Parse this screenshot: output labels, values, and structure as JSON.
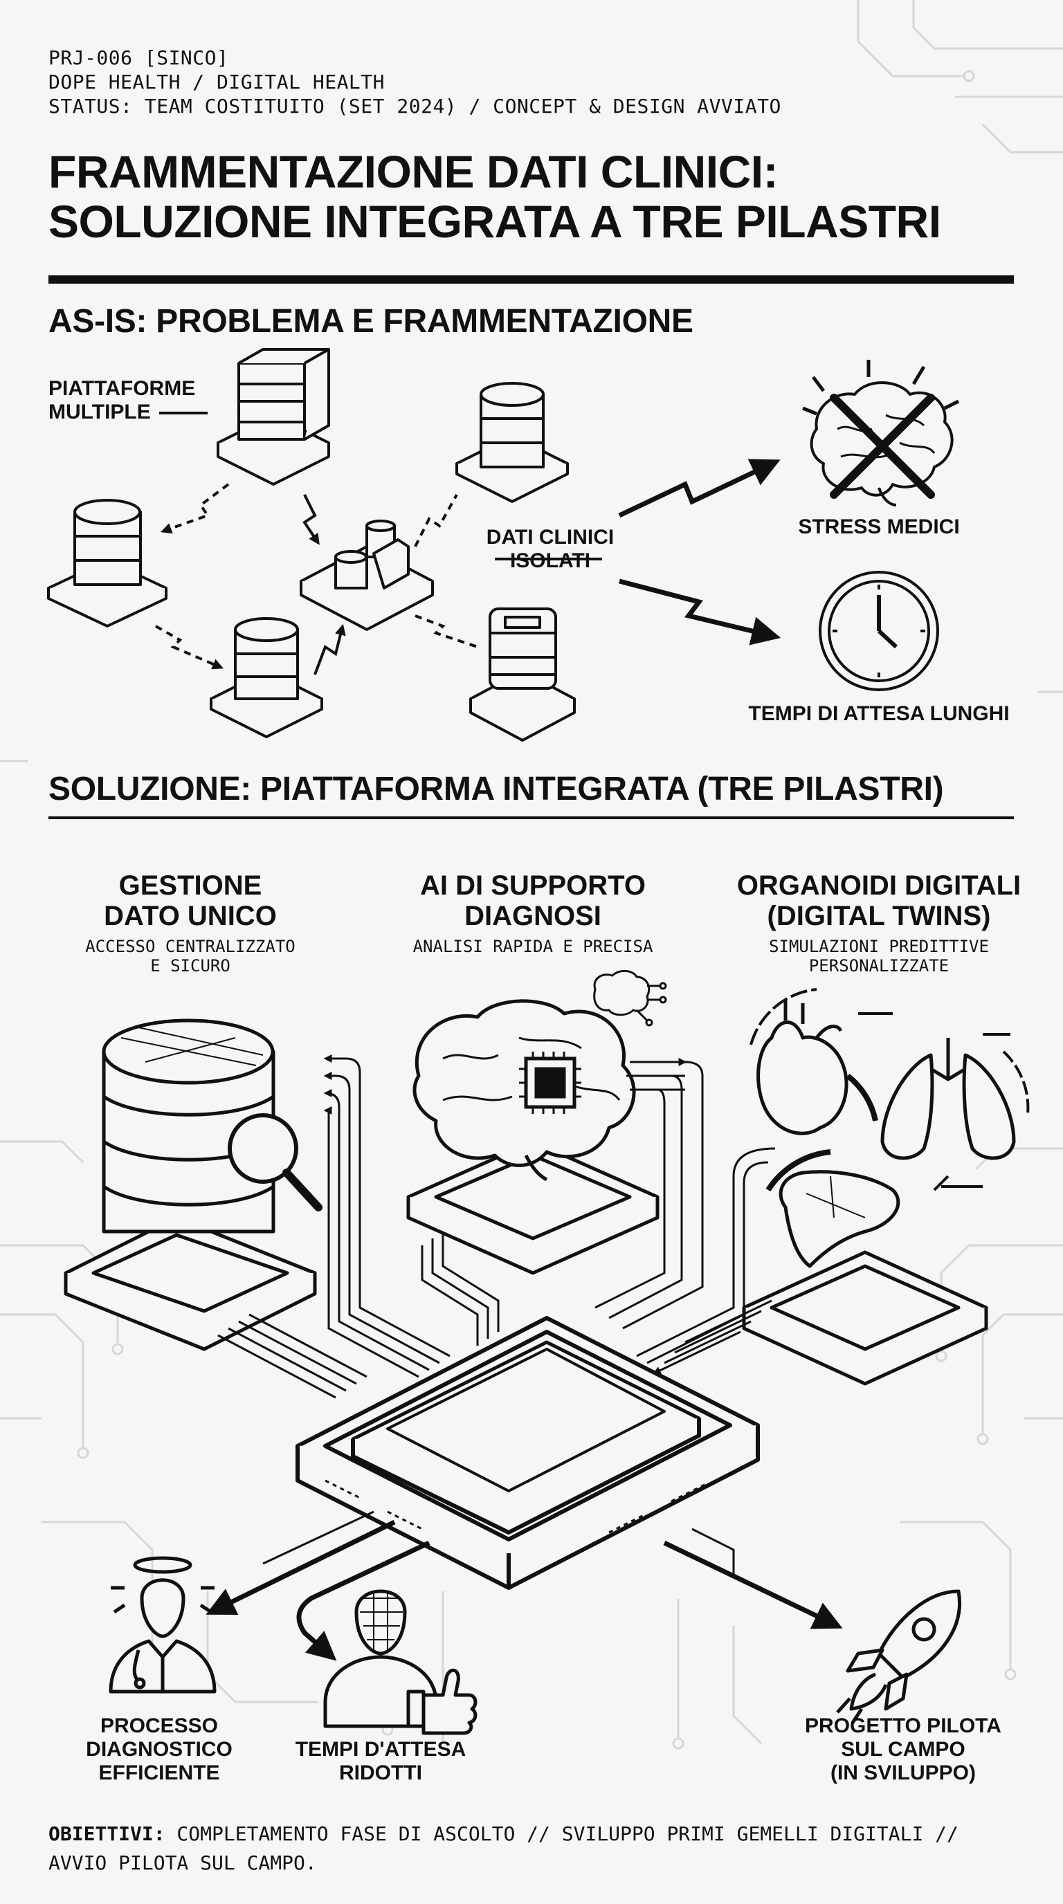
{
  "meta": {
    "project_id": "PRJ-006 [SINCO]",
    "area": "DOPE HEALTH / DIGITAL HEALTH",
    "status": "STATUS: TEAM COSTITUITO (SET 2024) / CONCEPT & DESIGN AVVIATO"
  },
  "title": {
    "line1": "FRAMMENTAZIONE DATI CLINICI:",
    "line2": "SOLUZIONE INTEGRATA A TRE PILASTRI"
  },
  "asis": {
    "heading": "AS-IS: PROBLEMA E FRAMMENTAZIONE",
    "platforms_label_1": "PIATTAFORME",
    "platforms_label_2": "MULTIPLE",
    "isolated_label_1": "DATI CLINICI",
    "isolated_label_2": "ISOLATI",
    "effect_stress": "STRESS MEDICI",
    "effect_wait": "TEMPI DI ATTESA LUNGHI"
  },
  "solution": {
    "heading": "SOLUZIONE: PIATTAFORMA INTEGRATA (TRE PILASTRI)",
    "pillars": [
      {
        "title_1": "GESTIONE",
        "title_2": "DATO UNICO",
        "sub_1": "ACCESSO CENTRALIZZATO",
        "sub_2": "E SICURO"
      },
      {
        "title_1": "AI DI SUPPORTO",
        "title_2": "DIAGNOSI",
        "sub_1": "ANALISI RAPIDA E PRECISA",
        "sub_2": ""
      },
      {
        "title_1": "ORGANOIDI DIGITALI",
        "title_2": "(DIGITAL TWINS)",
        "sub_1": "SIMULAZIONI PREDITTIVE",
        "sub_2": "PERSONALIZZATE"
      }
    ],
    "outcomes": [
      {
        "line1": "PROCESSO",
        "line2": "DIAGNOSTICO",
        "line3": "EFFICIENTE"
      },
      {
        "line1": "TEMPI D'ATTESA",
        "line2": "RIDOTTI",
        "line3": ""
      },
      {
        "line1": "PROGETTO PILOTA",
        "line2": "SUL CAMPO",
        "line3": "(IN SVILUPPO)"
      }
    ]
  },
  "footer": {
    "label": "OBIETTIVI:",
    "text_1": " COMPLETAMENTO FASE DI ASCOLTO // SVILUPPO PRIMI GEMELLI DIGITALI //",
    "text_2": "AVVIO PILOTA SUL CAMPO."
  },
  "icons": [
    "server-stack-icon",
    "database-icon",
    "brain-crossed-icon",
    "clock-icon",
    "magnifier-icon",
    "chip-icon",
    "heart-icon",
    "lungs-icon",
    "liver-icon",
    "doctor-icon",
    "patient-thumbs-up-icon",
    "rocket-icon"
  ],
  "colors": {
    "ink": "#111111",
    "background": "#f6f6f4",
    "circuit": "#d2d2d0"
  }
}
